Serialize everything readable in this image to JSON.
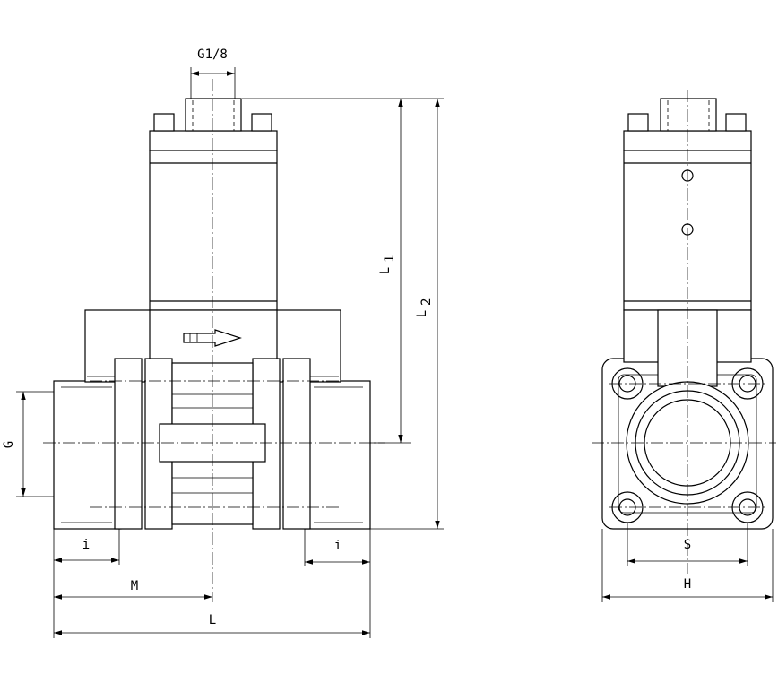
{
  "dimensions": {
    "thread_g18": "G1/8",
    "l1": "L",
    "l1_sub": "1",
    "l2": "L",
    "l2_sub": "2",
    "g": "G",
    "i_left": "i",
    "i_right": "i",
    "m": "M",
    "l": "L",
    "s": "S",
    "h": "H"
  }
}
